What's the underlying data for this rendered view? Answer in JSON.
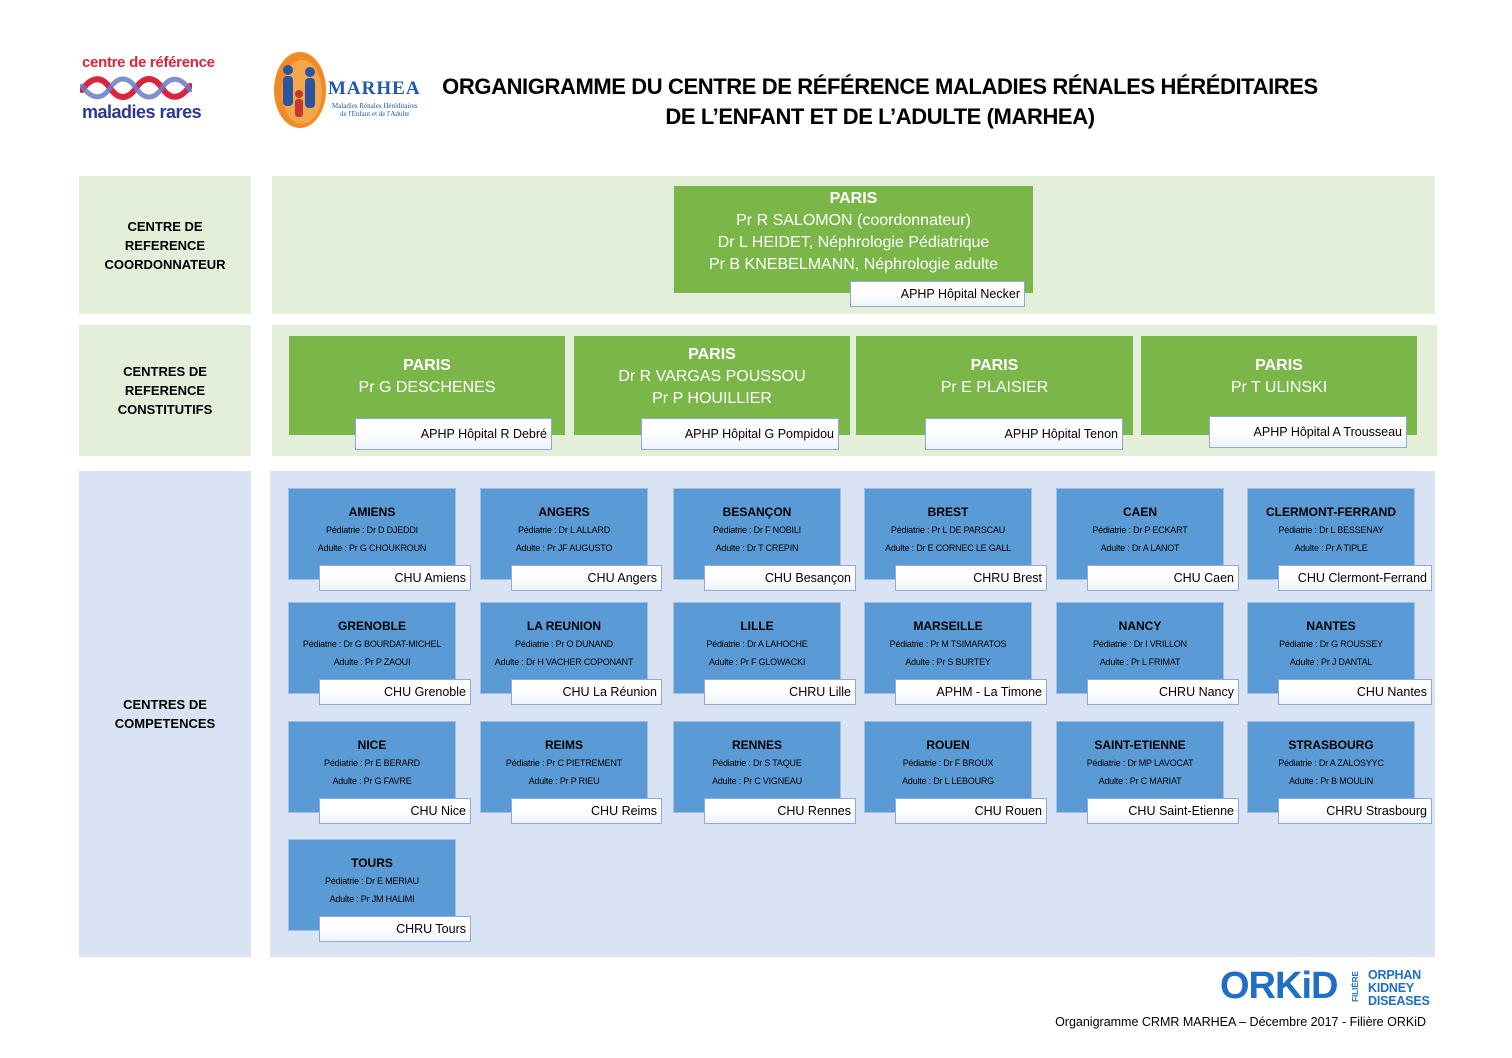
{
  "logos": {
    "crmr_line1": "centre de référence",
    "crmr_line2": "maladies rares",
    "marhea_word": "MARHEA",
    "marhea_sub1": "Maladies Rénales Héréditaires",
    "marhea_sub2": "de l'Enfant et de l'Adulte",
    "orkid_word": "ORKiD",
    "orkid_vertical": "FILIÈRE",
    "orkid_w1": "ORPHAN",
    "orkid_w2": "KIDNEY",
    "orkid_w3": "DISEASES"
  },
  "title": {
    "line1": "ORGANIGRAMME DU CENTRE DE RÉFÉRENCE MALADIES RÉNALES HÉRÉDITAIRES",
    "line2": "DE L’ENFANT ET DE L’ADULTE (MARHEA)"
  },
  "rows": {
    "coordonnateur": "CENTRE DE REFERENCE COORDONNATEUR",
    "constitutifs": "CENTRES DE REFERENCE CONSTITUTIFS",
    "competences": "CENTRES DE COMPETENCES"
  },
  "coordinator": {
    "city": "PARIS",
    "lines": [
      "Pr R SALOMON (coordonnateur)",
      "Dr L HEIDET, Néphrologie Pédiatrique",
      "Pr B KNEBELMANN, Néphrologie adulte"
    ],
    "hospital": "APHP Hôpital Necker"
  },
  "constitutive": [
    {
      "city": "PARIS",
      "lines": [
        "Pr G DESCHENES"
      ],
      "hospital": "APHP Hôpital R Debré"
    },
    {
      "city": "PARIS",
      "lines": [
        "Dr R VARGAS POUSSOU",
        "Pr P HOUILLIER"
      ],
      "hospital": "APHP Hôpital G Pompidou"
    },
    {
      "city": "PARIS",
      "lines": [
        "Pr E PLAISIER"
      ],
      "hospital": "APHP Hôpital Tenon"
    },
    {
      "city": "PARIS",
      "lines": [
        "Pr T ULINSKI"
      ],
      "hospital": "APHP Hôpital A Trousseau"
    }
  ],
  "competence": [
    {
      "city": "AMIENS",
      "ped": "Pédiatrie : Dr  D DJEDDI",
      "adu": "Adulte : Pr G CHOUKROUN",
      "hospital": "CHU Amiens"
    },
    {
      "city": "ANGERS",
      "ped": "Pédiatrie : Dr L ALLARD",
      "adu": "Adulte : Pr JF AUGUSTO",
      "hospital": "CHU Angers"
    },
    {
      "city": "BESANÇON",
      "ped": "Pédiatrie : Dr F NOBILI",
      "adu": "Adulte : Dr T CREPIN",
      "hospital": "CHU Besançon"
    },
    {
      "city": "BREST",
      "ped": "Pédiatrie : Pr L DE PARSCAU",
      "adu": "Adulte : Dr E CORNEC LE GALL",
      "hospital": "CHRU Brest"
    },
    {
      "city": "CAEN",
      "ped": "Pédiatrie : Dr P ECKART",
      "adu": "Adulte : Dr A LANOT",
      "hospital": "CHU Caen"
    },
    {
      "city": "CLERMONT-FERRAND",
      "ped": "Pédiatrie : Dr L BESSENAY",
      "adu": "Adulte : Pr A TIPLE",
      "hospital": "CHU Clermont-Ferrand"
    },
    {
      "city": "GRENOBLE",
      "ped": "Pédiatrie : Dr G BOURDAT-MICHEL",
      "adu": "Adulte : Pr P ZAOUI",
      "hospital": "CHU Grenoble"
    },
    {
      "city": "LA REUNION",
      "ped": "Pédiatrie : Pr O DUNAND",
      "adu": "Adulte : Dr H VACHER COPONANT",
      "hospital": "CHU La Réunion"
    },
    {
      "city": "LILLE",
      "ped": "Pédiatrie : Dr A LAHOCHE",
      "adu": "Adulte : Pr F GLOWACKI",
      "hospital": "CHRU Lille"
    },
    {
      "city": "MARSEILLE",
      "ped": "Pédiatrie : Pr M TSIMARATOS",
      "adu": "Adulte : Pr S BURTEY",
      "hospital": "APHM - La Timone"
    },
    {
      "city": "NANCY",
      "ped": "Pédiatrie : Dr  I VRILLON",
      "adu": "Adulte : Pr L FRIMAT",
      "hospital": "CHRU Nancy"
    },
    {
      "city": "NANTES",
      "ped": "Pédiatrie : Dr G ROUSSEY",
      "adu": "Adulte : Pr J DANTAL",
      "hospital": "CHU Nantes"
    },
    {
      "city": "NICE",
      "ped": "Pédiatrie : Pr E BERARD",
      "adu": "Adulte : Pr G FAVRE",
      "hospital": "CHU Nice"
    },
    {
      "city": "REIMS",
      "ped": "Pédiatrie : Pr C PIETREMENT",
      "adu": "Adulte : Pr P RIEU",
      "hospital": "CHU Reims"
    },
    {
      "city": "RENNES",
      "ped": "Pédiatrie : Dr S TAQUE",
      "adu": "Adulte : Pr C VIGNEAU",
      "hospital": "CHU Rennes"
    },
    {
      "city": "ROUEN",
      "ped": "Pédiatrie : Dr F BROUX",
      "adu": "Adulte : Dr L LEBOURG",
      "hospital": "CHU Rouen"
    },
    {
      "city": "SAINT-ETIENNE",
      "ped": "Pédiatrie : Dr MP LAVOCAT",
      "adu": "Adulte : Pr C MARIAT",
      "hospital": "CHU Saint-Etienne"
    },
    {
      "city": "STRASBOURG",
      "ped": "Pédiatrie : Dr A ZALOSYYC",
      "adu": "Adulte : Pr B MOULIN",
      "hospital": "CHRU Strasbourg"
    },
    {
      "city": "TOURS",
      "ped": "Pédiatrie : Dr E MERIAU",
      "adu": "Adulte : Pr JM HALIMI",
      "hospital": "CHRU Tours"
    }
  ],
  "footer": "Organigramme CRMR MARHEA – Décembre 2017 - Filière ORKiD"
}
